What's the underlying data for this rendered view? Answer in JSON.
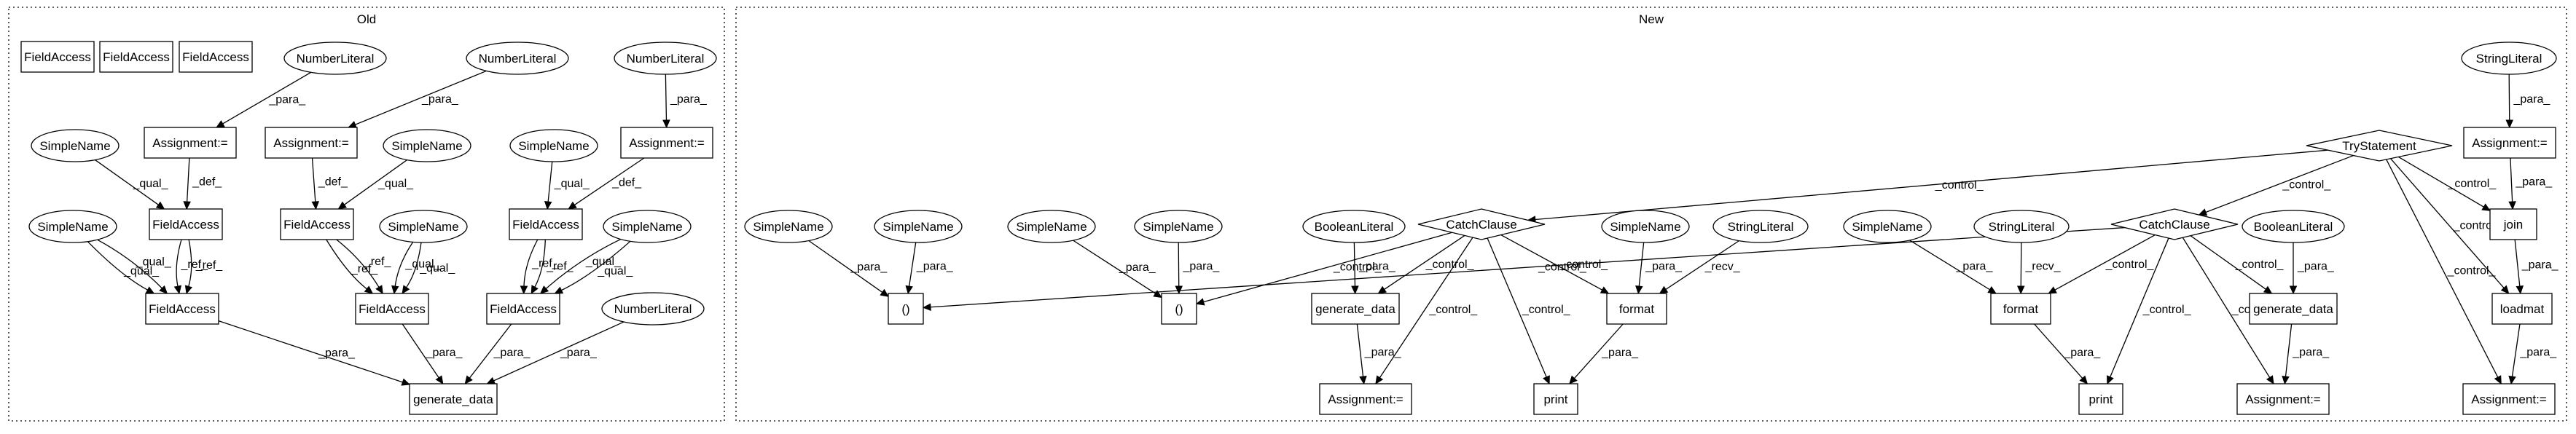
{
  "clusters": [
    {
      "id": "old",
      "label": "Old"
    },
    {
      "id": "new",
      "label": "New"
    }
  ],
  "nodes": [
    {
      "id": "o_fa1",
      "label": "FieldAccess",
      "shape": "box"
    },
    {
      "id": "o_fa2",
      "label": "FieldAccess",
      "shape": "box"
    },
    {
      "id": "o_fa3",
      "label": "FieldAccess",
      "shape": "box"
    },
    {
      "id": "o_nl1",
      "label": "NumberLiteral",
      "shape": "ellipse"
    },
    {
      "id": "o_nl2",
      "label": "NumberLiteral",
      "shape": "ellipse"
    },
    {
      "id": "o_nl3",
      "label": "NumberLiteral",
      "shape": "ellipse"
    },
    {
      "id": "o_as1",
      "label": "Assignment:=",
      "shape": "box"
    },
    {
      "id": "o_as2",
      "label": "Assignment:=",
      "shape": "box"
    },
    {
      "id": "o_as3",
      "label": "Assignment:=",
      "shape": "box"
    },
    {
      "id": "o_sn1",
      "label": "SimpleName",
      "shape": "ellipse"
    },
    {
      "id": "o_sn2",
      "label": "SimpleName",
      "shape": "ellipse"
    },
    {
      "id": "o_sn3",
      "label": "SimpleName",
      "shape": "ellipse"
    },
    {
      "id": "o_fa4",
      "label": "FieldAccess",
      "shape": "box"
    },
    {
      "id": "o_fa5",
      "label": "FieldAccess",
      "shape": "box"
    },
    {
      "id": "o_fa6",
      "label": "FieldAccess",
      "shape": "box"
    },
    {
      "id": "o_sn4",
      "label": "SimpleName",
      "shape": "ellipse"
    },
    {
      "id": "o_sn5",
      "label": "SimpleName",
      "shape": "ellipse"
    },
    {
      "id": "o_sn6",
      "label": "SimpleName",
      "shape": "ellipse"
    },
    {
      "id": "o_fa7",
      "label": "FieldAccess",
      "shape": "box"
    },
    {
      "id": "o_fa8",
      "label": "FieldAccess",
      "shape": "box"
    },
    {
      "id": "o_fa9",
      "label": "FieldAccess",
      "shape": "box"
    },
    {
      "id": "o_nl4",
      "label": "NumberLiteral",
      "shape": "ellipse"
    },
    {
      "id": "o_gd",
      "label": "generate_data",
      "shape": "box"
    },
    {
      "id": "n_strl1",
      "label": "StringLiteral",
      "shape": "ellipse"
    },
    {
      "id": "n_as0",
      "label": "Assignment:=",
      "shape": "box"
    },
    {
      "id": "n_try",
      "label": "TryStatement",
      "shape": "diamond"
    },
    {
      "id": "n_join",
      "label": "join",
      "shape": "box"
    },
    {
      "id": "n_loadmat",
      "label": "loadmat",
      "shape": "box"
    },
    {
      "id": "n_catch1",
      "label": "CatchClause",
      "shape": "diamond"
    },
    {
      "id": "n_catch2",
      "label": "CatchClause",
      "shape": "diamond"
    },
    {
      "id": "n_sn1",
      "label": "SimpleName",
      "shape": "ellipse"
    },
    {
      "id": "n_sn2",
      "label": "SimpleName",
      "shape": "ellipse"
    },
    {
      "id": "n_sn3",
      "label": "SimpleName",
      "shape": "ellipse"
    },
    {
      "id": "n_sn4",
      "label": "SimpleName",
      "shape": "ellipse"
    },
    {
      "id": "n_paren1",
      "label": "()",
      "shape": "box"
    },
    {
      "id": "n_paren2",
      "label": "()",
      "shape": "box"
    },
    {
      "id": "n_bool1",
      "label": "BooleanLiteral",
      "shape": "ellipse"
    },
    {
      "id": "n_gd1",
      "label": "generate_data",
      "shape": "box"
    },
    {
      "id": "n_as1",
      "label": "Assignment:=",
      "shape": "box"
    },
    {
      "id": "n_sn5",
      "label": "SimpleName",
      "shape": "ellipse"
    },
    {
      "id": "n_strl2",
      "label": "StringLiteral",
      "shape": "ellipse"
    },
    {
      "id": "n_fmt1",
      "label": "format",
      "shape": "box"
    },
    {
      "id": "n_print1",
      "label": "print",
      "shape": "box"
    },
    {
      "id": "n_sn6",
      "label": "SimpleName",
      "shape": "ellipse"
    },
    {
      "id": "n_strl3",
      "label": "StringLiteral",
      "shape": "ellipse"
    },
    {
      "id": "n_fmt2",
      "label": "format",
      "shape": "box"
    },
    {
      "id": "n_print2",
      "label": "print",
      "shape": "box"
    },
    {
      "id": "n_bool2",
      "label": "BooleanLiteral",
      "shape": "ellipse"
    },
    {
      "id": "n_gd2",
      "label": "generate_data",
      "shape": "box"
    },
    {
      "id": "n_as2",
      "label": "Assignment:=",
      "shape": "box"
    },
    {
      "id": "n_as3",
      "label": "Assignment:=",
      "shape": "box"
    }
  ],
  "edges": [
    {
      "from": "o_nl1",
      "to": "o_as1",
      "label": "_para_"
    },
    {
      "from": "o_nl2",
      "to": "o_as2",
      "label": "_para_"
    },
    {
      "from": "o_nl3",
      "to": "o_as3",
      "label": "_para_"
    },
    {
      "from": "o_as1",
      "to": "o_fa4",
      "label": "_def_"
    },
    {
      "from": "o_as2",
      "to": "o_fa5",
      "label": "_def_"
    },
    {
      "from": "o_as3",
      "to": "o_fa6",
      "label": "_def_"
    },
    {
      "from": "o_sn1",
      "to": "o_fa4",
      "label": "_qual_"
    },
    {
      "from": "o_sn2",
      "to": "o_fa5",
      "label": "_qual_"
    },
    {
      "from": "o_sn3",
      "to": "o_fa6",
      "label": "_qual_"
    },
    {
      "from": "o_sn4",
      "to": "o_fa7",
      "label": "_qual_"
    },
    {
      "from": "o_sn4",
      "to": "o_fa7",
      "label": "_qual_"
    },
    {
      "from": "o_fa4",
      "to": "o_fa7",
      "label": "_ref_"
    },
    {
      "from": "o_fa4",
      "to": "o_fa7",
      "label": "_ref_"
    },
    {
      "from": "o_fa5",
      "to": "o_fa8",
      "label": "_ref_"
    },
    {
      "from": "o_fa5",
      "to": "o_fa8",
      "label": "_ref_"
    },
    {
      "from": "o_sn5",
      "to": "o_fa8",
      "label": "_qual_"
    },
    {
      "from": "o_sn5",
      "to": "o_fa8",
      "label": "_qual_"
    },
    {
      "from": "o_fa6",
      "to": "o_fa9",
      "label": "_ref_"
    },
    {
      "from": "o_fa6",
      "to": "o_fa9",
      "label": "_ref_"
    },
    {
      "from": "o_sn6",
      "to": "o_fa9",
      "label": "_qual_"
    },
    {
      "from": "o_sn6",
      "to": "o_fa9",
      "label": "_qual_"
    },
    {
      "from": "o_fa7",
      "to": "o_gd",
      "label": "_para_"
    },
    {
      "from": "o_fa8",
      "to": "o_gd",
      "label": "_para_"
    },
    {
      "from": "o_fa9",
      "to": "o_gd",
      "label": "_para_"
    },
    {
      "from": "o_nl4",
      "to": "o_gd",
      "label": "_para_"
    },
    {
      "from": "n_strl1",
      "to": "n_as0",
      "label": "_para_"
    },
    {
      "from": "n_as0",
      "to": "n_join",
      "label": "_para_"
    },
    {
      "from": "n_try",
      "to": "n_catch1",
      "label": "_control_"
    },
    {
      "from": "n_try",
      "to": "n_catch2",
      "label": "_control_"
    },
    {
      "from": "n_try",
      "to": "n_join",
      "label": "_control_"
    },
    {
      "from": "n_try",
      "to": "n_loadmat",
      "label": "_control_"
    },
    {
      "from": "n_try",
      "to": "n_as3",
      "label": "_control_"
    },
    {
      "from": "n_join",
      "to": "n_loadmat",
      "label": "_para_"
    },
    {
      "from": "n_loadmat",
      "to": "n_as3",
      "label": "_para_"
    },
    {
      "from": "n_sn1",
      "to": "n_paren1",
      "label": "_para_"
    },
    {
      "from": "n_sn2",
      "to": "n_paren1",
      "label": "_para_"
    },
    {
      "from": "n_sn3",
      "to": "n_paren2",
      "label": "_para_"
    },
    {
      "from": "n_sn4",
      "to": "n_paren2",
      "label": "_para_"
    },
    {
      "from": "n_catch1",
      "to": "n_paren2",
      "label": "_control_"
    },
    {
      "from": "n_catch1",
      "to": "n_gd1",
      "label": "_control_"
    },
    {
      "from": "n_catch1",
      "to": "n_as1",
      "label": "_control_"
    },
    {
      "from": "n_catch1",
      "to": "n_print1",
      "label": "_control_"
    },
    {
      "from": "n_catch1",
      "to": "n_fmt1",
      "label": "_control_"
    },
    {
      "from": "n_bool1",
      "to": "n_gd1",
      "label": "_para_"
    },
    {
      "from": "n_gd1",
      "to": "n_as1",
      "label": "_para_"
    },
    {
      "from": "n_sn5",
      "to": "n_fmt1",
      "label": "_para_"
    },
    {
      "from": "n_strl2",
      "to": "n_fmt1",
      "label": "_recv_"
    },
    {
      "from": "n_fmt1",
      "to": "n_print1",
      "label": "_para_"
    },
    {
      "from": "n_catch2",
      "to": "n_paren1",
      "label": "_control_"
    },
    {
      "from": "n_catch2",
      "to": "n_fmt2",
      "label": "_control_"
    },
    {
      "from": "n_catch2",
      "to": "n_print2",
      "label": "_control_"
    },
    {
      "from": "n_catch2",
      "to": "n_as2",
      "label": "_control_"
    },
    {
      "from": "n_catch2",
      "to": "n_gd2",
      "label": "_control_"
    },
    {
      "from": "n_sn6",
      "to": "n_fmt2",
      "label": "_para_"
    },
    {
      "from": "n_strl3",
      "to": "n_fmt2",
      "label": "_recv_"
    },
    {
      "from": "n_fmt2",
      "to": "n_print2",
      "label": "_para_"
    },
    {
      "from": "n_bool2",
      "to": "n_gd2",
      "label": "_para_"
    },
    {
      "from": "n_gd2",
      "to": "n_as2",
      "label": "_para_"
    }
  ]
}
